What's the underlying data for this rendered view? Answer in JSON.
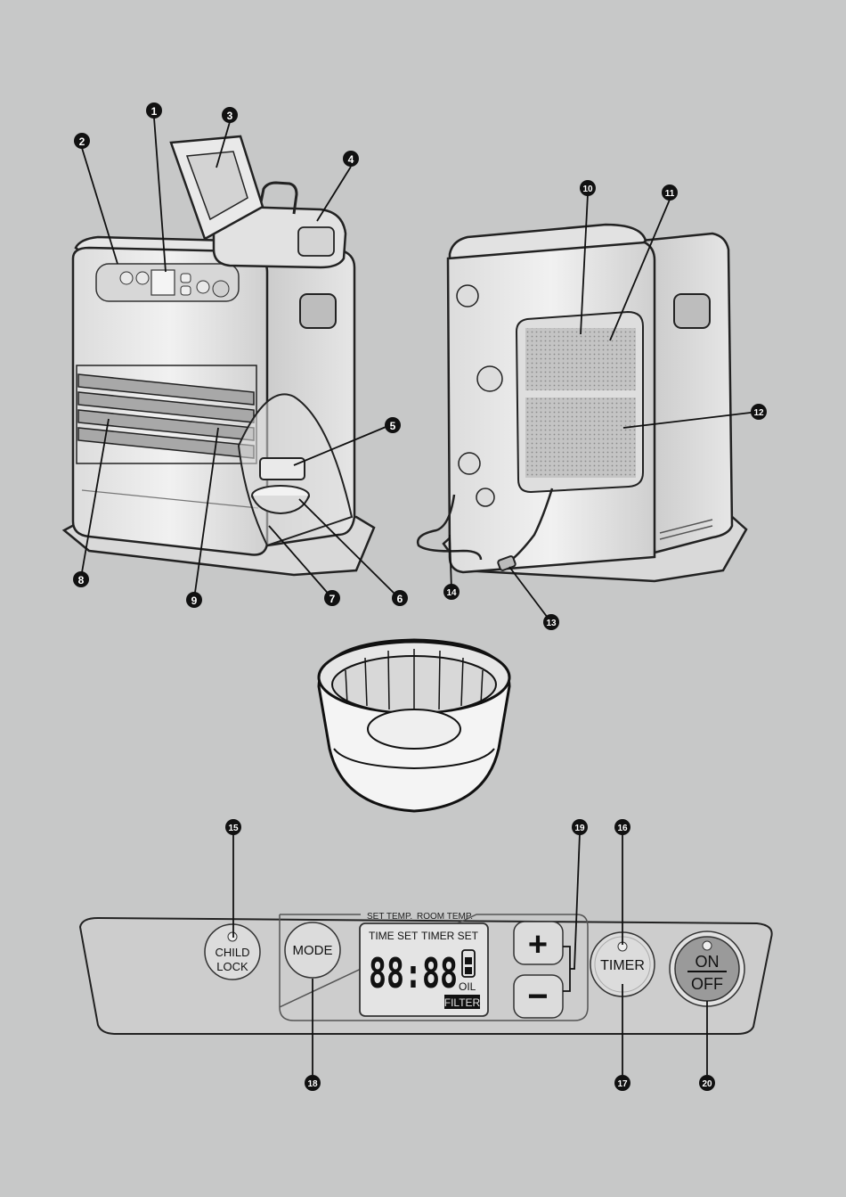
{
  "callouts": [
    "1",
    "2",
    "3",
    "4",
    "5",
    "6",
    "7",
    "8",
    "9",
    "10",
    "11",
    "12",
    "13",
    "14",
    "15",
    "16",
    "17",
    "18",
    "19",
    "20"
  ],
  "panel": {
    "header_left": "SET TEMP.",
    "header_right": "ROOM TEMP.",
    "child_lock_line1": "CHILD",
    "child_lock_line2": "LOCK",
    "mode_label": "MODE",
    "lcd_time_set": "TIME SET",
    "lcd_timer_set": "TIMER SET",
    "lcd_digits": "88:88",
    "lcd_oil": "OIL",
    "lcd_filter": "FILTER",
    "plus_label": "+",
    "minus_label": "−",
    "timer_label": "TIMER",
    "on_label": "ON",
    "off_label": "OFF"
  },
  "colors": {
    "background": "#c7c8c8",
    "callout_fill": "#111111",
    "line": "#222222",
    "body_light": "#e9e9e9",
    "body_mid": "#d2d2d2",
    "lcd_screen": "#e4e4e4"
  }
}
